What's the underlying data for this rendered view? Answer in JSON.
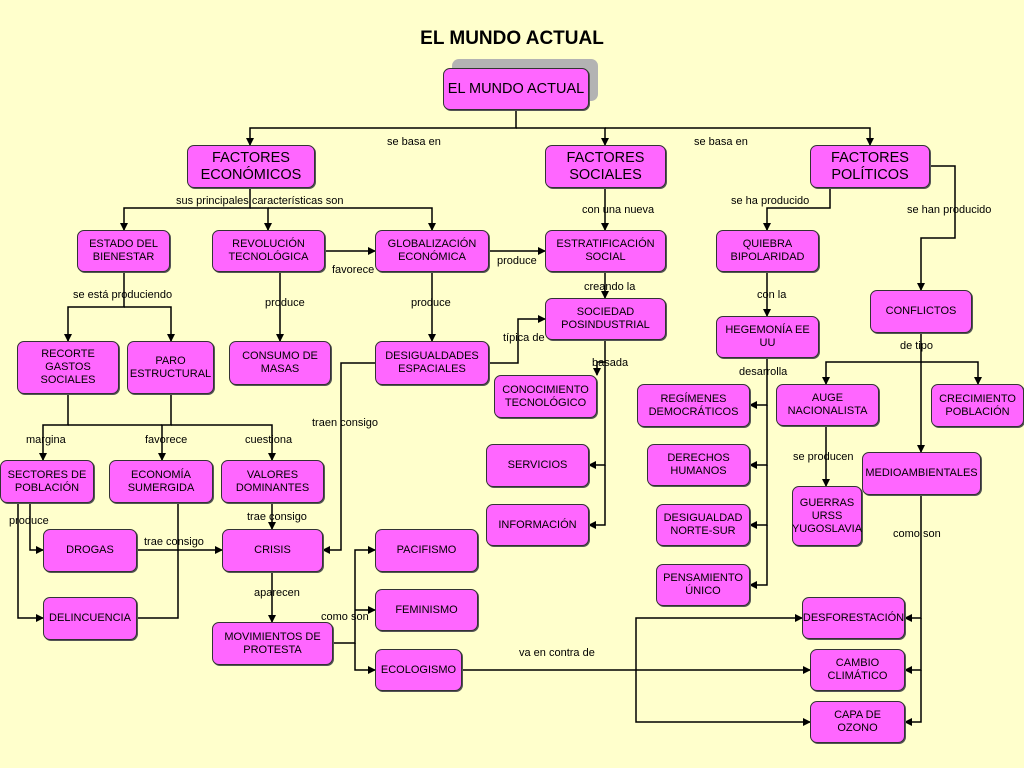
{
  "title": "EL MUNDO ACTUAL",
  "nodes": {
    "root": "EL MUNDO ACTUAL",
    "factores_economicos": "FACTORES ECONÓMICOS",
    "factores_sociales": "FACTORES SOCIALES",
    "factores_politicos": "FACTORES POLÍTICOS",
    "estado_bienestar": "ESTADO DEL BIENESTAR",
    "revolucion_tecnologica": "REVOLUCIÓN TECNOLÓGICA",
    "globalizacion": "GLOBALIZACIÓN ECONÓMICA",
    "estratificacion": "ESTRATIFICACIÓN SOCIAL",
    "quiebra": "QUIEBRA BIPOLARIDAD",
    "conflictos": "CONFLICTOS",
    "recorte": "RECORTE GASTOS SOCIALES",
    "paro": "PARO ESTRUCTURAL",
    "consumo": "CONSUMO DE MASAS",
    "desigualdades": "DESIGUALDADES ESPACIALES",
    "sociedad": "SOCIEDAD POSINDUSTRIAL",
    "hegemonia": "HEGEMONÍA EE UU",
    "conocimiento": "CONOCIMIENTO TECNOLÓGICO",
    "regimenes": "REGÍMENES DEMOCRÁTICOS",
    "auge": "AUGE NACIONALISTA",
    "crecimiento": "CRECIMIENTO POBLACIÓN",
    "sectores": "SECTORES DE POBLACIÓN",
    "economia": "ECONOMÍA SUMERGIDA",
    "valores": "VALORES DOMINANTES",
    "servicios": "SERVICIOS",
    "derechos": "DERECHOS HUMANOS",
    "medioambientales": "MEDIOAMBIENTALES",
    "guerras": "GUERRAS URSS YUGOSLAVIA",
    "informacion": "INFORMACIÓN",
    "desigualdad_ns": "DESIGUALDAD NORTE-SUR",
    "drogas": "DROGAS",
    "crisis": "CRISIS",
    "pacifismo": "PACIFISMO",
    "pensamiento": "PENSAMIENTO ÚNICO",
    "delincuencia": "DELINCUENCIA",
    "feminismo": "FEMINISMO",
    "desforestacion": "DESFORESTACIÓN",
    "movimientos": "MOVIMIENTOS DE PROTESTA",
    "ecologismo": "ECOLOGISMO",
    "cambio": "CAMBIO CLIMÁTICO",
    "capa": "CAPA DE OZONO"
  },
  "labels": {
    "se_basa_en_1": "se basa en",
    "se_basa_en_2": "se basa en",
    "sus_principales": "sus principales características son",
    "con_una_nueva": "con una nueva",
    "se_ha_producido": "se ha producido",
    "se_han_producido": "se han producido",
    "favorece_1": "favorece",
    "produce_1": "produce",
    "se_esta_produciendo": "se está produciendo",
    "produce_2": "produce",
    "produce_3": "produce",
    "creando_la": "creando la",
    "con_la": "con la",
    "tipica_de": "típica de",
    "basada": "basada",
    "de_tipo": "de tipo",
    "desarrolla": "desarrolla",
    "traen_consigo": "traen consigo",
    "margina": "margina",
    "favorece_2": "favorece",
    "cuestiona": "cuestiona",
    "se_producen": "se producen",
    "trae_consigo_1": "trae consigo",
    "produce_4": "produce",
    "trae_consigo_2": "trae consigo",
    "como_son_1": "como son",
    "aparecen": "aparecen",
    "como_son_2": "como son",
    "va_en_contra_de": "va en contra de"
  }
}
